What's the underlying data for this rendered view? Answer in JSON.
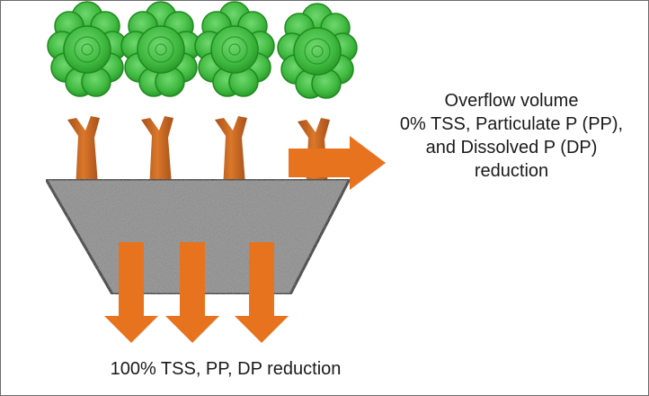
{
  "diagram": {
    "overflow_label": {
      "line1": "Overflow volume",
      "line2": "0% TSS, Particulate P (PP),",
      "line3": "and Dissolved P (DP)",
      "line4": "reduction"
    },
    "infiltration_label": "100% TSS, PP, DP reduction",
    "colors": {
      "arrow": "#e8731f",
      "foliage": "#3fb83f",
      "foliage_dark": "#1f8a1f",
      "trunk": "#c9661c",
      "basin": "#8c8c8c",
      "basin_outline": "#1a1a1a"
    },
    "icons": [
      "tree-icon",
      "basin-shape",
      "arrow-right-icon",
      "arrow-down-icon"
    ]
  }
}
